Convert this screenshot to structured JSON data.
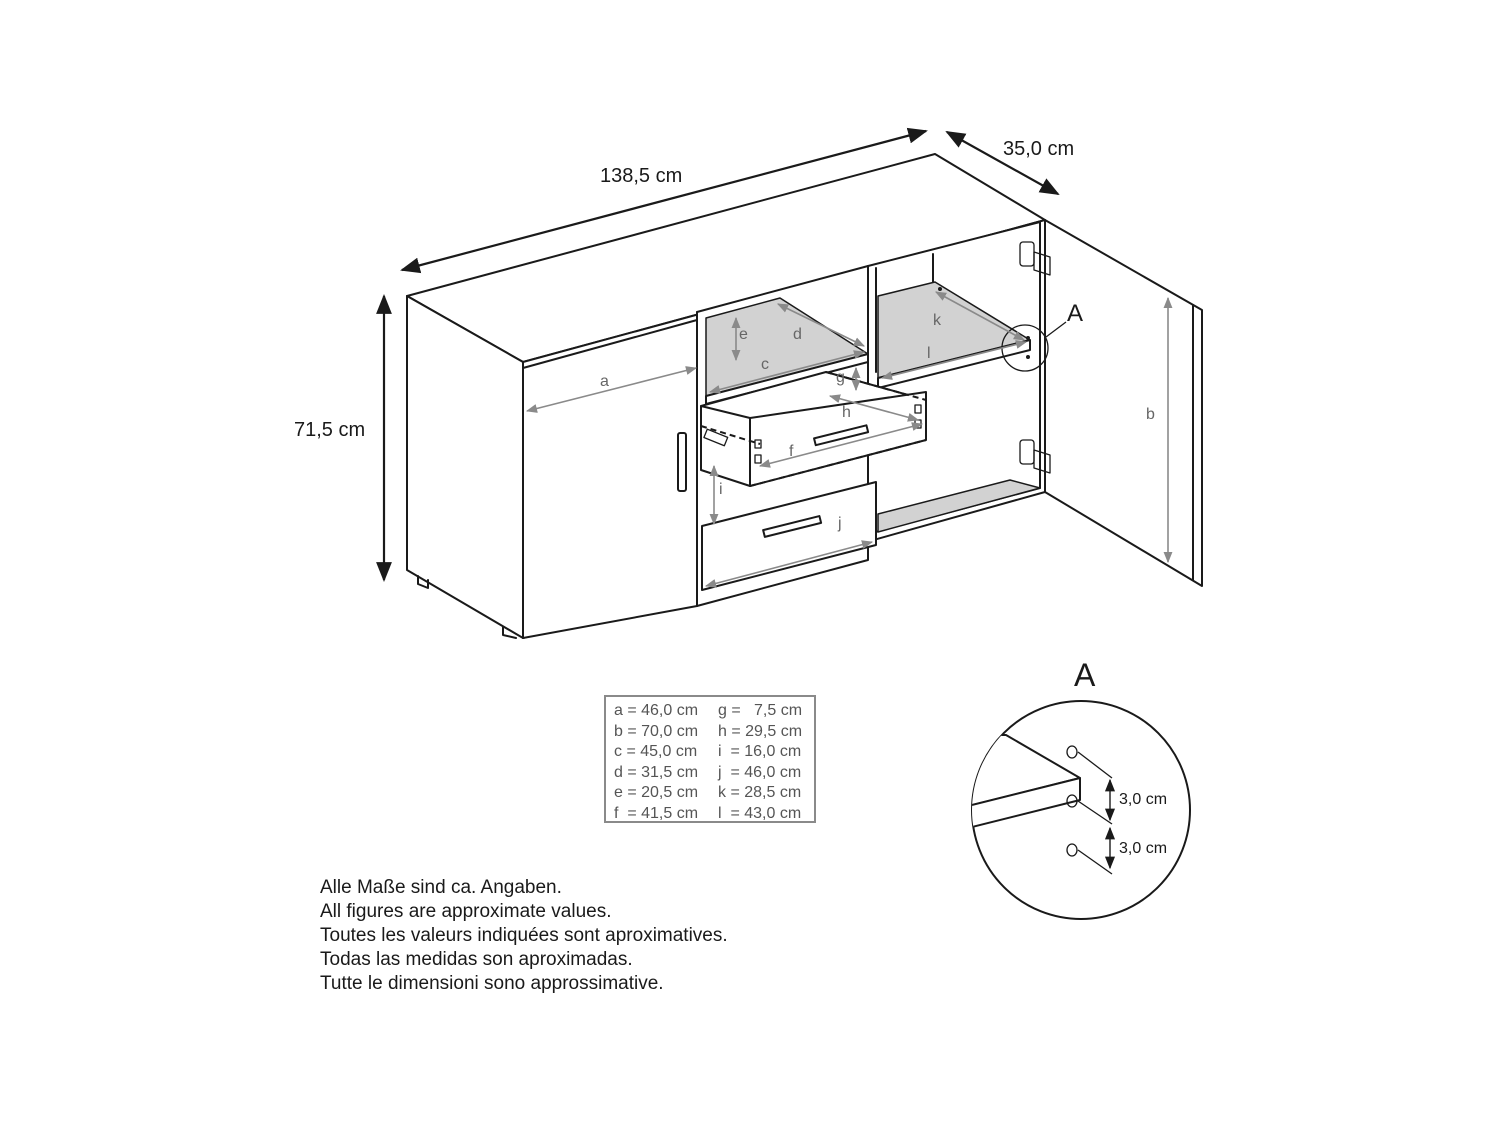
{
  "dimensions": {
    "width": "138,5 cm",
    "depth": "35,0 cm",
    "height": "71,5 cm",
    "hole_spacing_1": "3,0 cm",
    "hole_spacing_2": "3,0 cm"
  },
  "letters": {
    "a": "a",
    "b": "b",
    "c": "c",
    "d": "d",
    "e": "e",
    "f": "f",
    "g": "g",
    "h": "h",
    "i": "i",
    "j": "j",
    "k": "k",
    "l": "l"
  },
  "detail_marker": "A",
  "detail_title": "A",
  "legend": [
    [
      "a = 46,0 cm",
      "g =   7,5 cm"
    ],
    [
      "b = 70,0 cm",
      "h = 29,5 cm"
    ],
    [
      "c = 45,0 cm",
      "i  = 16,0 cm"
    ],
    [
      "d = 31,5 cm",
      "j  = 46,0 cm"
    ],
    [
      "e = 20,5 cm",
      "k = 28,5 cm"
    ],
    [
      "f  = 41,5 cm",
      "l  = 43,0 cm"
    ]
  ],
  "notes": [
    "Alle Maße sind ca. Angaben.",
    "All figures are approximate values.",
    "Toutes les valeurs indiquées sont aproximatives.",
    "Todas las medidas son aproximadas.",
    "Tutte le dimensioni sono approssimative."
  ]
}
